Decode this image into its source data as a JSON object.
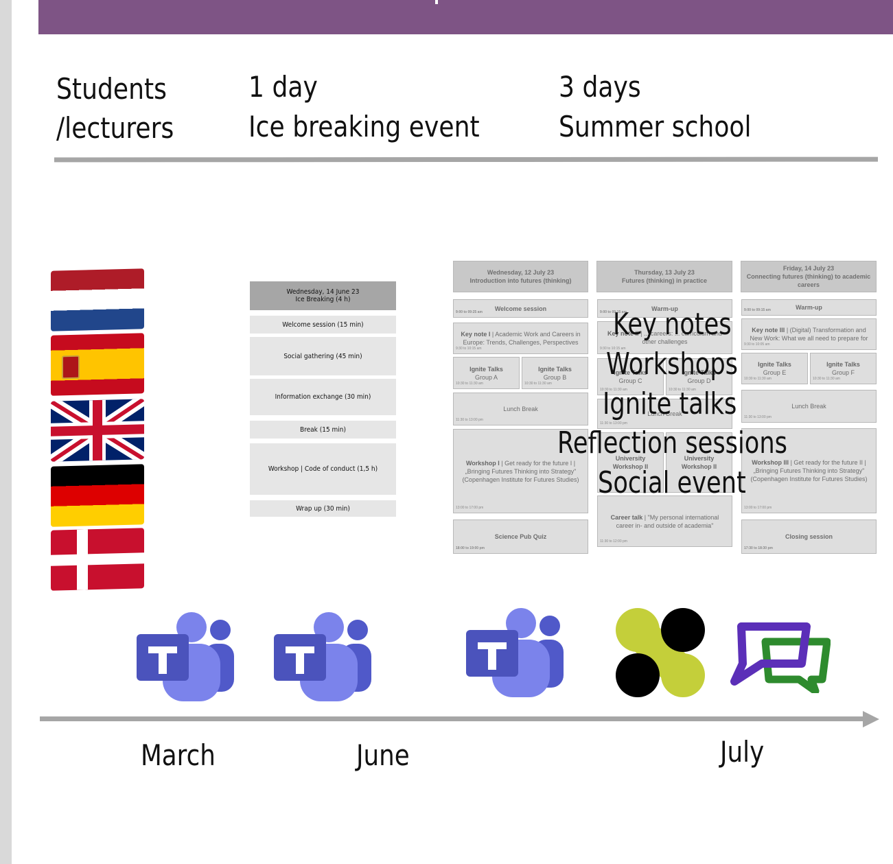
{
  "header": {
    "col1_line1": "Students",
    "col1_line2": "/lecturers",
    "col2_line1": "1 day",
    "col2_line2": "Ice breaking event",
    "col3_line1": "3 days",
    "col3_line2": "Summer school"
  },
  "flags": [
    "netherlands-flag-icon",
    "spain-flag-icon",
    "uk-flag-icon",
    "germany-flag-icon",
    "denmark-flag-icon"
  ],
  "ice_breaking": {
    "header_line1": "Wednesday, 14 June 23",
    "header_line2": "Ice Breaking (4 h)",
    "rows": [
      "Welcome session (15 min)",
      "Social gathering (45 min)",
      "Information exchange (30 min)",
      "Break (15 min)",
      "Workshop | Code of conduct (1,5 h)",
      "Wrap up (30 min)"
    ]
  },
  "summer_school": {
    "day1": {
      "header_line1": "Wednesday, 12 July 23",
      "header_line2": "Introduction into futures (thinking)",
      "welcome": "Welcome session",
      "keynote_bold": "Key note I",
      "keynote_text": "| Academic Work and Careers in Europe: Trends, Challenges, Perspectives",
      "ignite_a_1": "Ignite Talks",
      "ignite_a_2": "Group A",
      "ignite_b_1": "Ignite Talks",
      "ignite_b_2": "Group B",
      "lunch": "Lunch Break",
      "workshop_bold": "Workshop I",
      "workshop_text": "| Get ready for the future I | „Bringing Futures Thinking into Strategy\" (Copenhagen Institute for Futures Studies)",
      "quiz": "Science Pub Quiz"
    },
    "day2": {
      "header_line1": "Thursday, 13 July 23",
      "header_line2": "Futures (thinking) in practice",
      "warmup": "Warm-up",
      "keynote_bold": "Key note II",
      "keynote_text": "| ... careers: ... curriculum and other challenges",
      "ignite_c_1": "Ignite Talks",
      "ignite_c_2": "Group C",
      "ignite_d_1": "Ignite Talks",
      "ignite_d_2": "Group D",
      "lunch": "Lunch Break",
      "workshop_a_1": "University",
      "workshop_a_2": "Workshop II",
      "workshop_b_1": "University",
      "workshop_b_2": "Workshop II",
      "career_bold": "Career talk",
      "career_text": "| \"My personal international career in- and outside of academia\""
    },
    "day3": {
      "header_line1": "Friday, 14 July 23",
      "header_line2": "Connecting futures (thinking) to academic careers",
      "warmup": "Warm-up",
      "keynote_bold": "Key note III",
      "keynote_text": "| (Digital) Transformation and New Work: What we all need to prepare for",
      "ignite_e_1": "Ignite Talks",
      "ignite_e_2": "Group E",
      "ignite_f_1": "Ignite Talks",
      "ignite_f_2": "Group F",
      "lunch": "Lunch Break",
      "workshop_bold": "Workshop III",
      "workshop_text": "| Get ready for the future II | „Bringing Futures Thinking into Strategy\" (Copenhagen Institute for Futures Studies)",
      "closing": "Closing session"
    }
  },
  "overlay": [
    "Key notes",
    "Workshops",
    "Ignite talks",
    "Reflection sessions",
    "Social event"
  ],
  "icons": [
    "teams-icon",
    "teams-icon",
    "teams-icon",
    "network-logo-icon",
    "chat-bubble-icon"
  ],
  "timeline": {
    "months": [
      "March",
      "June",
      "July"
    ]
  },
  "colors": {
    "banner": "#7e5485",
    "line": "#a6a6a6",
    "teams_dark": "#4b53bc",
    "teams_light": "#7b83eb",
    "network_green": "#c4cf3a",
    "chat_purple": "#5b2fb8",
    "chat_green": "#2e8b2e"
  }
}
